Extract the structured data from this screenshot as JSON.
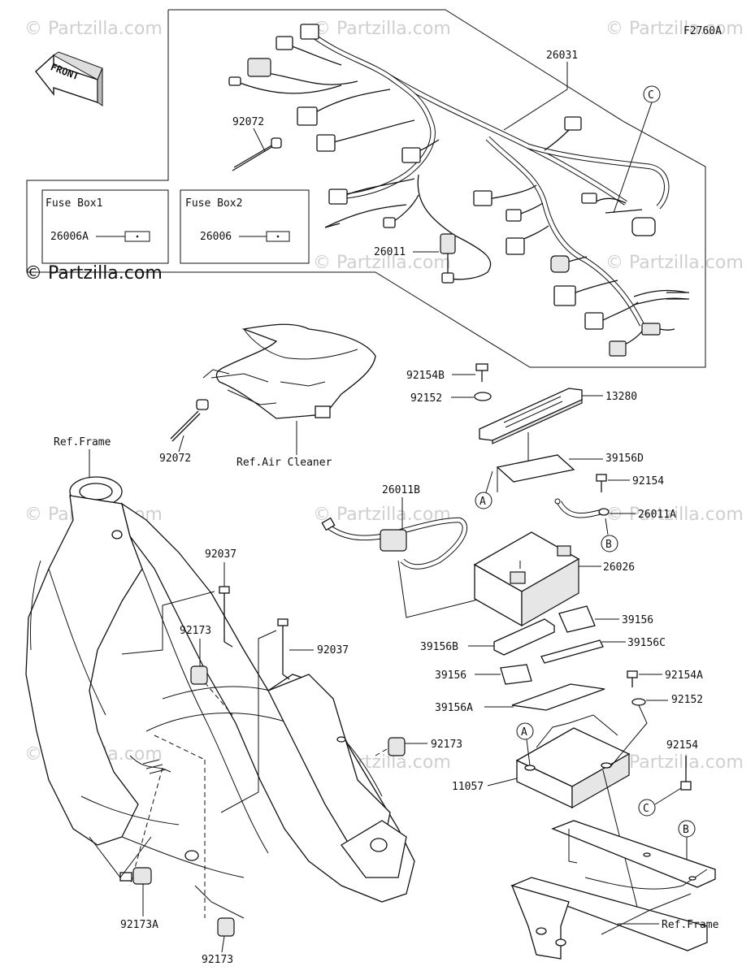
{
  "figure_code": "F2760A",
  "front_label": "FRONT",
  "watermark": "© Partzilla.com",
  "fuse_boxes": [
    {
      "title": "Fuse Box1",
      "part": "26006A"
    },
    {
      "title": "Fuse Box2",
      "part": "26006"
    }
  ],
  "callouts": {
    "c26031": "26031",
    "c92072_top": "92072",
    "c26011": "26011",
    "c92154B": "92154B",
    "c92152_top": "92152",
    "c13280": "13280",
    "c39156D": "39156D",
    "c92154_a": "92154",
    "c26011A": "26011A",
    "c26011B": "26011B",
    "c26026": "26026",
    "c39156_a": "39156",
    "c39156B": "39156B",
    "c39156C": "39156C",
    "c39156_b": "39156",
    "c92154A": "92154A",
    "c39156A": "39156A",
    "c92152_b": "92152",
    "c11057": "11057",
    "c92154_b": "92154",
    "c92072_b": "92072",
    "c92037_a": "92037",
    "c92037_b": "92037",
    "c92173_a": "92173",
    "c92173_b": "92173",
    "c92173_c": "92173",
    "c92173A": "92173A"
  },
  "references": {
    "frame_top": "Ref.Frame",
    "air_cleaner": "Ref.Air Cleaner",
    "frame_bottom": "Ref.Frame"
  },
  "markers": {
    "A1": "A",
    "A2": "A",
    "B1": "B",
    "B2": "B",
    "C1": "C",
    "C2": "C"
  }
}
